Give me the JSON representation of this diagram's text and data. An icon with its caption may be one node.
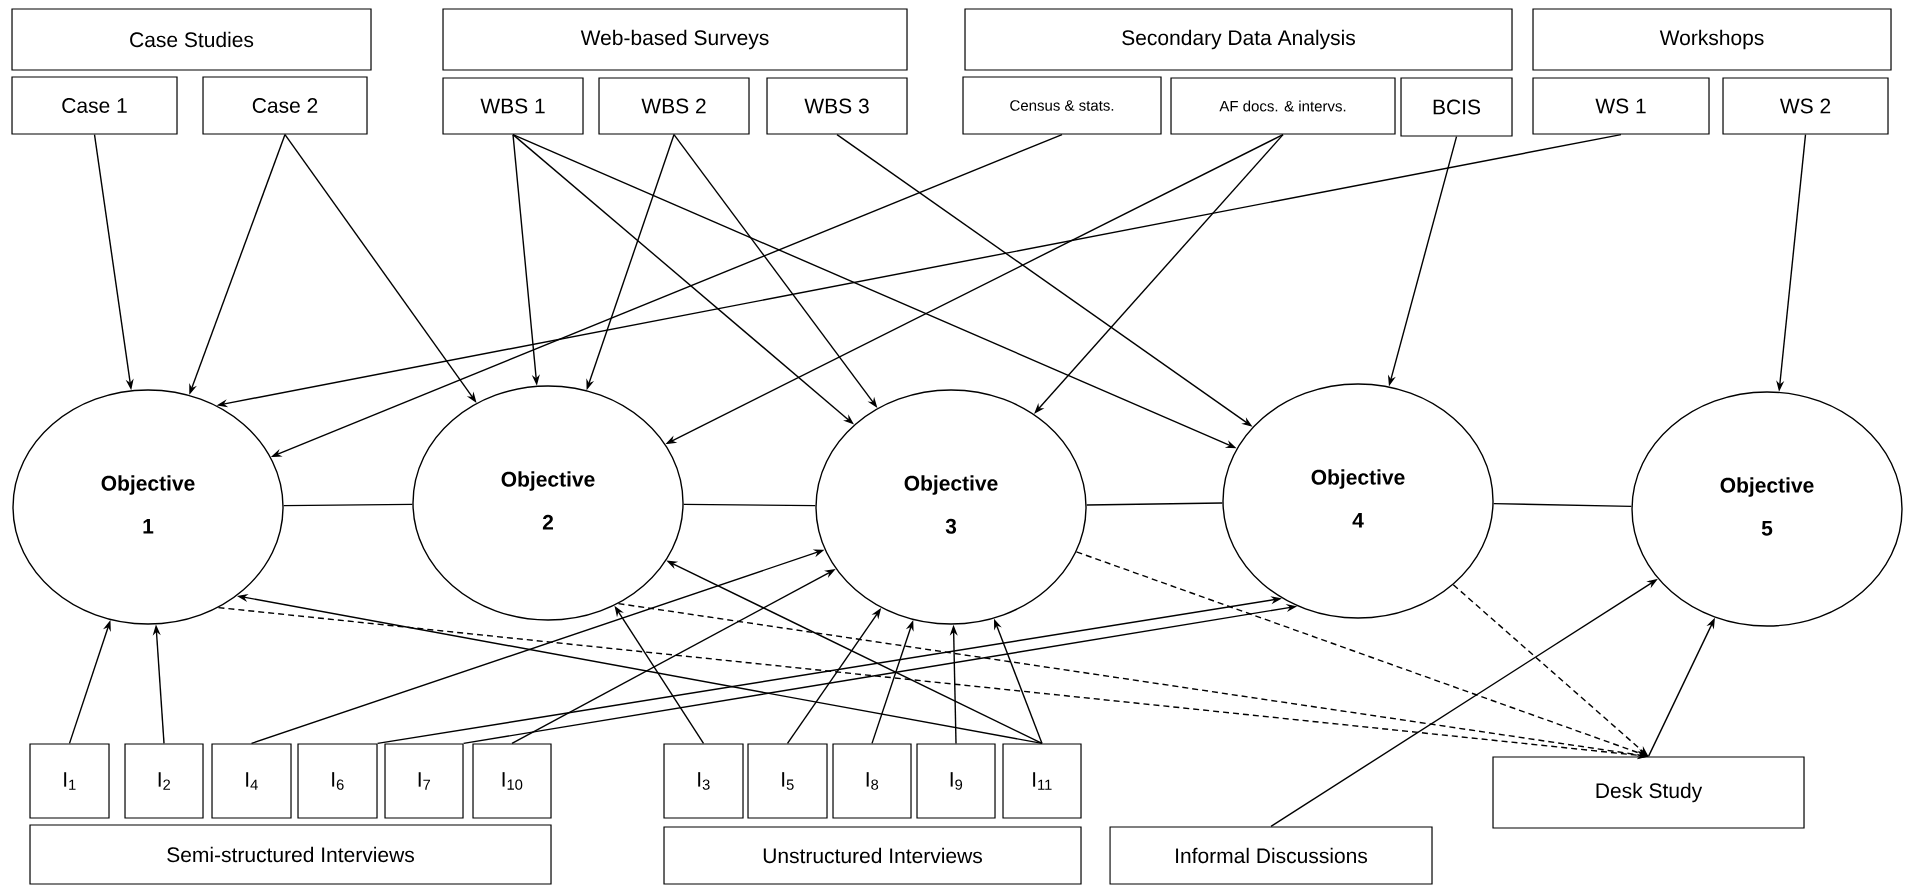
{
  "diagram": {
    "nodes": [
      {
        "text": [
          "Case Studies"
        ]
      },
      {
        "text": [
          "Web-based Surveys"
        ]
      },
      {
        "text": [
          "Secondary Data Analysis"
        ]
      },
      {
        "text": [
          "Workshops"
        ]
      },
      {
        "text": [
          "Case 1"
        ]
      },
      {
        "text": [
          "Case 2"
        ]
      },
      {
        "text": [
          "WBS 1"
        ]
      },
      {
        "text": [
          "WBS 2"
        ]
      },
      {
        "text": [
          "WBS 3"
        ]
      },
      {
        "text": [
          "Census & stats."
        ]
      },
      {
        "text": [
          "AF docs. & intervs."
        ]
      },
      {
        "text": [
          "BCIS"
        ]
      },
      {
        "text": [
          "WS 1"
        ]
      },
      {
        "text": [
          "WS 2"
        ]
      },
      {
        "text": [
          "Objective",
          "1"
        ]
      },
      {
        "text": [
          "Objective",
          "2"
        ]
      },
      {
        "text": [
          "Objective",
          "3"
        ]
      },
      {
        "text": [
          "Objective",
          "4"
        ]
      },
      {
        "text": [
          "Objective",
          "5"
        ]
      },
      {
        "text": [
          "I$_{1}$"
        ]
      },
      {
        "text": [
          "I$_{2}$"
        ]
      },
      {
        "text": [
          "I$_{4}$"
        ]
      },
      {
        "text": [
          "I$_{6}$"
        ]
      },
      {
        "text": [
          "I$_{7}$"
        ]
      },
      {
        "text": [
          "I$_{10}$"
        ]
      },
      {
        "text": [
          "I$_{3}$"
        ]
      },
      {
        "text": [
          "I$_{5}$"
        ]
      },
      {
        "text": [
          "I$_{8}$"
        ]
      },
      {
        "text": [
          "I$_{9}$"
        ]
      },
      {
        "text": [
          "I$_{11}$"
        ]
      },
      {
        "text": [
          "Desk Study"
        ]
      },
      {
        "text": [
          "Semi-structured Interviews"
        ]
      },
      {
        "text": [
          "Unstructured Interviews"
        ]
      },
      {
        "text": [
          "Informal Discussions"
        ]
      }
    ],
    "edges": [
      {
        "from": 4,
        "to": 14,
        "arrow": "to"
      },
      {
        "from": 5,
        "to": 14,
        "arrow": "to"
      },
      {
        "from": 5,
        "to": 15,
        "arrow": "to"
      },
      {
        "from": 6,
        "to": 15,
        "arrow": "to"
      },
      {
        "from": 6,
        "to": 16,
        "arrow": "to"
      },
      {
        "from": 6,
        "to": 17,
        "arrow": "to"
      },
      {
        "from": 7,
        "to": 15,
        "arrow": "to"
      },
      {
        "from": 7,
        "to": 16,
        "arrow": "to"
      },
      {
        "from": 8,
        "to": 17,
        "arrow": "to"
      },
      {
        "from": 9,
        "to": 14,
        "arrow": "to"
      },
      {
        "from": 10,
        "to": 15,
        "arrow": "to"
      },
      {
        "from": 10,
        "to": 16,
        "arrow": "to"
      },
      {
        "from": 11,
        "to": 17,
        "arrow": "to"
      },
      {
        "from": 12,
        "to": 14,
        "arrow": "to"
      },
      {
        "from": 13,
        "to": 18,
        "arrow": "to"
      },
      {
        "from": 14,
        "to": 15,
        "arrow": "none"
      },
      {
        "from": 15,
        "to": 16,
        "arrow": "none"
      },
      {
        "from": 16,
        "to": 17,
        "arrow": "none"
      },
      {
        "from": 17,
        "to": 18,
        "arrow": "none"
      },
      {
        "from": 19,
        "to": 14,
        "arrow": "to"
      },
      {
        "from": 20,
        "to": 14,
        "arrow": "to"
      },
      {
        "from": 21,
        "to": 16,
        "arrow": "to"
      },
      {
        "from": 22,
        "to": 17,
        "arrow": "to"
      },
      {
        "from": 23,
        "to": 17,
        "arrow": "to"
      },
      {
        "from": 24,
        "to": 16,
        "arrow": "to"
      },
      {
        "from": 25,
        "to": 15,
        "arrow": "to"
      },
      {
        "from": 26,
        "to": 16,
        "arrow": "to"
      },
      {
        "from": 27,
        "to": 16,
        "arrow": "to"
      },
      {
        "from": 28,
        "to": 16,
        "arrow": "to"
      },
      {
        "from": 29,
        "to": 16,
        "arrow": "to"
      },
      {
        "from": 29,
        "to": 14,
        "arrow": "to"
      },
      {
        "from": 29,
        "to": 15,
        "arrow": "to"
      },
      {
        "from": 33,
        "to": 18,
        "arrow": "to"
      },
      {
        "from": 30,
        "to": 18,
        "arrow": "to"
      },
      {
        "from": 14,
        "to": 30,
        "arrow": "to",
        "style": "dashed"
      },
      {
        "from": 15,
        "to": 30,
        "arrow": "to",
        "style": "dashed"
      },
      {
        "from": 16,
        "to": 30,
        "arrow": "to",
        "style": "dashed"
      },
      {
        "from": 17,
        "to": 30,
        "arrow": "to",
        "style": "dashed"
      }
    ]
  }
}
